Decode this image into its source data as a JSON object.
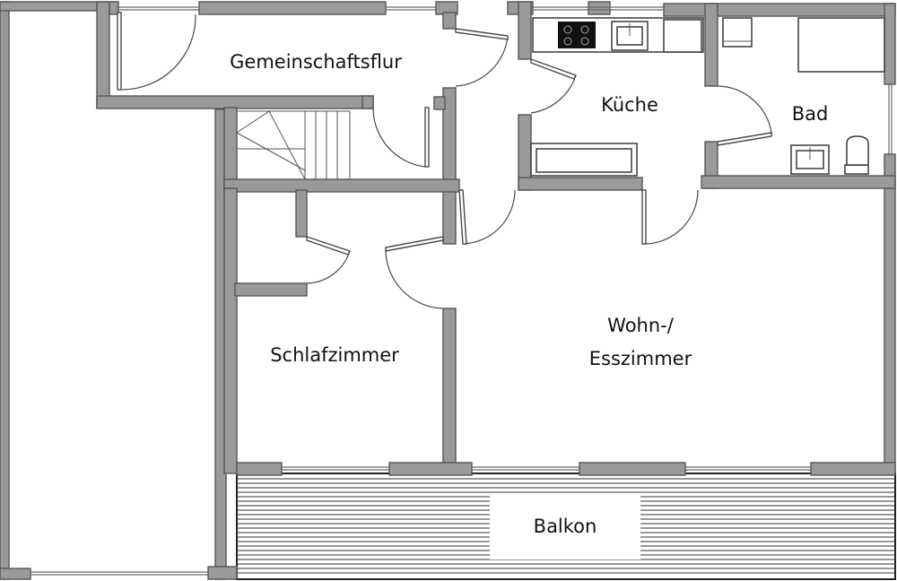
{
  "plan": {
    "rooms": {
      "hallway": "Gemeinschaftsflur",
      "kitchen": "Küche",
      "bathroom": "Bad",
      "bedroom": "Schlafzimmer",
      "living_line1": "Wohn-/",
      "living_line2": "Esszimmer",
      "balcony": "Balkon"
    }
  }
}
